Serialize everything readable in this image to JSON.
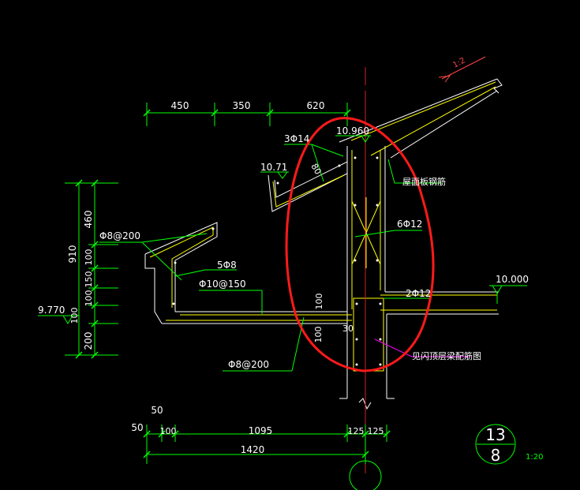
{
  "colors": {
    "background": "#000000",
    "dimension": "#00ff00",
    "structure": "#ffffff",
    "outline": "#ffff66",
    "rebar": "#ffff00",
    "text": "#ffffff",
    "leader": "#00ff00",
    "highlight": "#ff1a1a",
    "axis": "#cc2222",
    "note_leader": "#ff00ff",
    "slope_arrow": "#ff4444"
  },
  "top_dims": [
    "450",
    "350",
    "620"
  ],
  "left_dims": {
    "total": "910",
    "parts": [
      "460",
      "100",
      "150",
      "100",
      "100",
      "200"
    ]
  },
  "bottom_dims": {
    "d50": "50",
    "d50b": "50",
    "d100": "100",
    "d1095": "1095",
    "d125a": "125",
    "d125b": "125",
    "total": "1420"
  },
  "elevations": {
    "ridge_top": "10.960",
    "gutter_top": "10.71",
    "gutter_bottom": "9.770",
    "floor": "10.000"
  },
  "rebar_labels": {
    "top_bars": "3Φ14",
    "phi8_upper": "Φ8@200",
    "five_phi8": "5Φ8",
    "phi10": "Φ10@150",
    "phi8_lower": "Φ8@200",
    "six_phi12": "6Φ12",
    "two_phi12": "2Φ12"
  },
  "small_labels": {
    "slab_80": "80",
    "slab_100": "100",
    "wall_100": "100",
    "gap_30": "30",
    "beam_100": "100"
  },
  "notes": {
    "roof_rebar": "屋面板钢筋",
    "beam_ref": "见闪顶层梁配筋图"
  },
  "slope": "1:2",
  "detail_marker": {
    "number": "13",
    "sheet": "8",
    "scale": "1:20"
  }
}
